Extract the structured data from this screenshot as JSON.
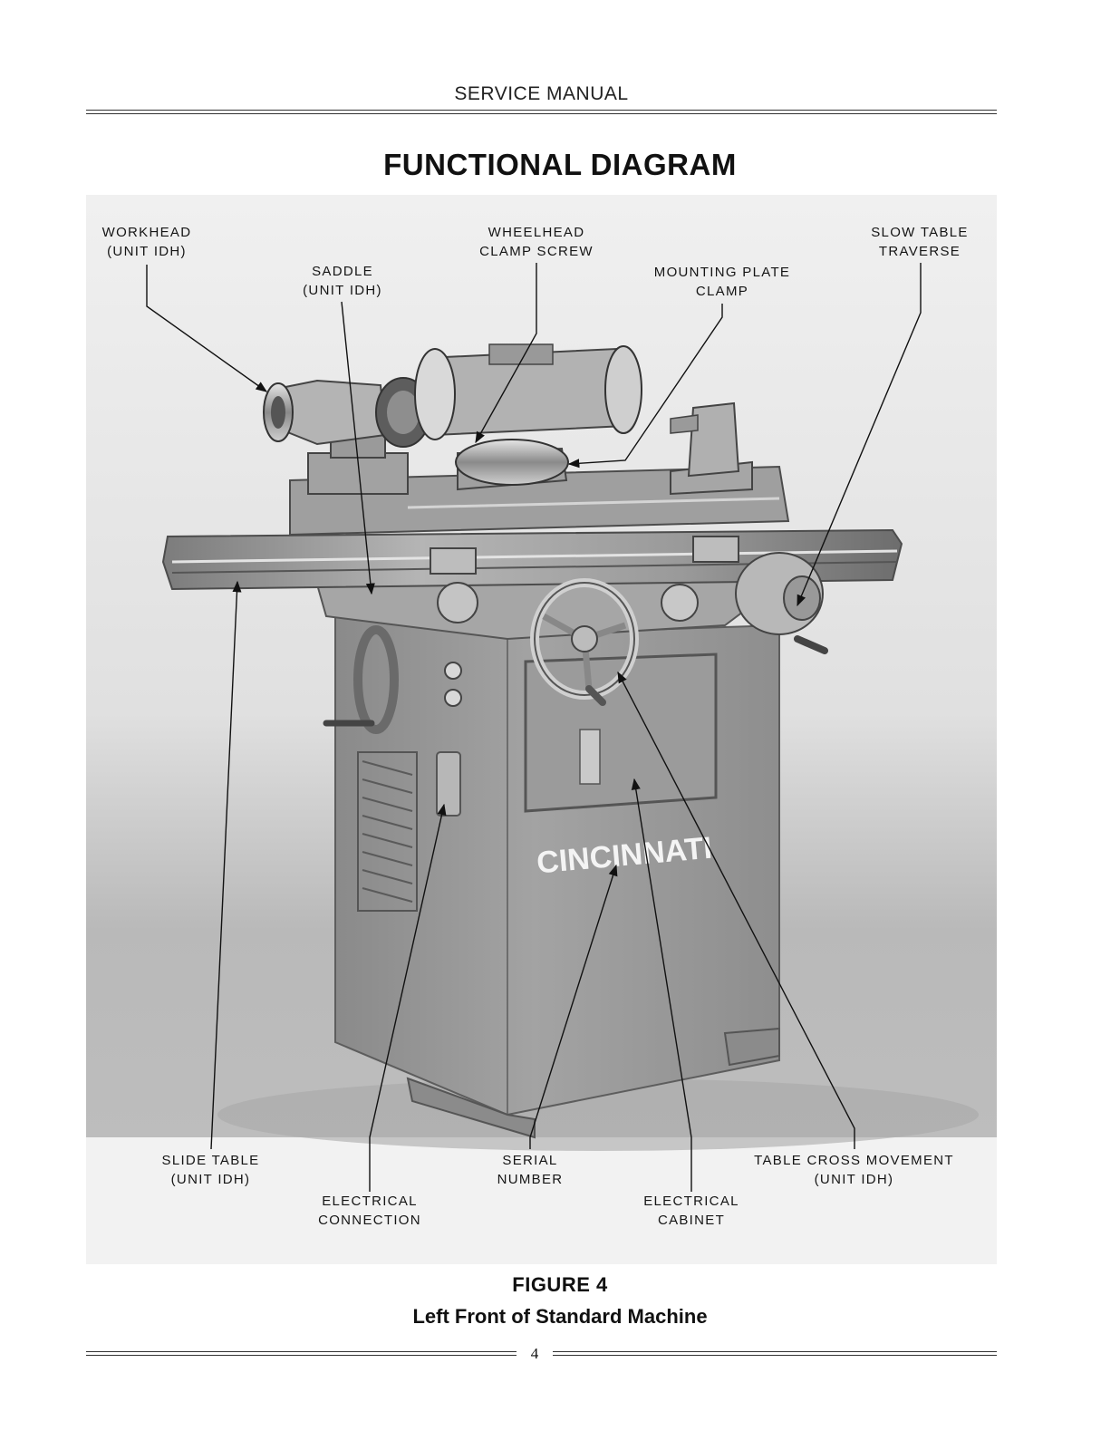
{
  "header": {
    "text": "SERVICE MANUAL"
  },
  "title": "FUNCTIONAL DIAGRAM",
  "callouts": {
    "workhead": [
      "WORKHEAD",
      "(UNIT IDH)"
    ],
    "saddle": [
      "SADDLE",
      "(UNIT IDH)"
    ],
    "wheelhead_clamp_screw": [
      "WHEELHEAD",
      "CLAMP SCREW"
    ],
    "mounting_plate_clamp": [
      "MOUNTING PLATE",
      "CLAMP"
    ],
    "slow_table_traverse": [
      "SLOW TABLE",
      "TRAVERSE"
    ],
    "slide_table": [
      "SLIDE TABLE",
      "(UNIT IDH)"
    ],
    "electrical_connection": [
      "ELECTRICAL",
      "CONNECTION"
    ],
    "serial_number": [
      "SERIAL",
      "NUMBER"
    ],
    "electrical_cabinet": [
      "ELECTRICAL",
      "CABINET"
    ],
    "table_cross_movement": [
      "TABLE CROSS MOVEMENT",
      "(UNIT IDH)"
    ]
  },
  "machine_brand": "CINCINNATI",
  "figure": {
    "label": "FIGURE 4",
    "caption": "Left Front of Standard Machine"
  },
  "page_number": "4"
}
